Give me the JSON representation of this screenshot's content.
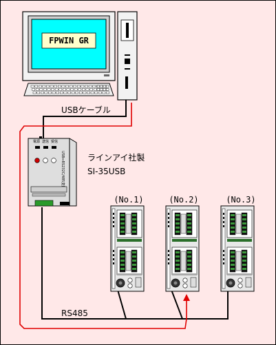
{
  "computer": {
    "screen_text": "FPWIN GR"
  },
  "cables": {
    "usb_label": "USBケーブル",
    "rs485_label": "RS485"
  },
  "converter": {
    "maker_label": "ラインアイ社製",
    "model_label": "SI-35USB",
    "front_top_labels": [
      "電源",
      "送信",
      "受信"
    ],
    "side_text": "USB⇔RS232C/485変換器"
  },
  "plcs": [
    {
      "label": "(No.1)"
    },
    {
      "label": "(No.2)"
    },
    {
      "label": "(No.3)"
    }
  ],
  "colors": {
    "background": "#ffe8e8",
    "screen": "#00ffff",
    "monitor_body": "#f2f2f2",
    "converter_body": "#dedede",
    "plc_body": "#e8e8e8",
    "plc_accent": "#2a6e2a",
    "cable": "#000000",
    "signal": "#e00000"
  }
}
